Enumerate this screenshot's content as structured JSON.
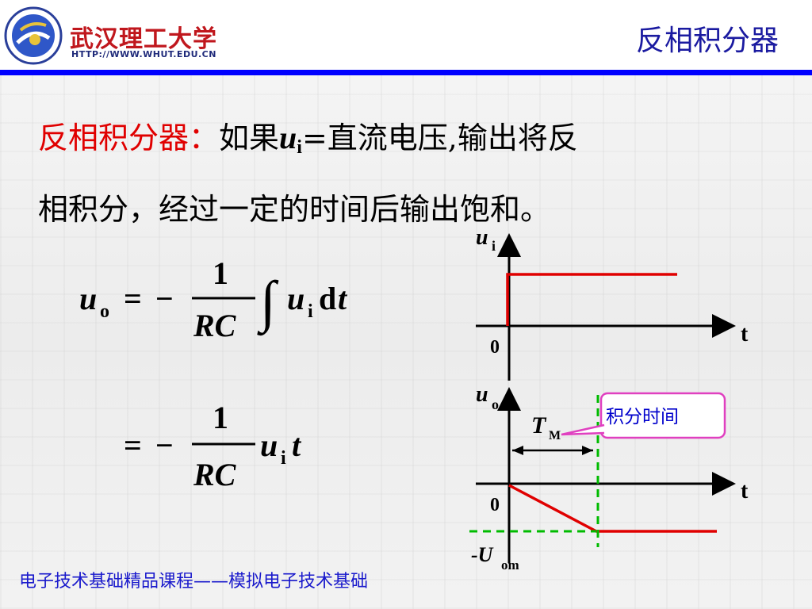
{
  "header": {
    "university_name": "武汉理工大学",
    "url": "HTTP://WWW.WHUT.EDU.CN",
    "page_title": "反相积分器"
  },
  "body": {
    "heading": "反相积分器：",
    "text_part1": "如果",
    "var_u": "u",
    "sub_i": "i",
    "text_part2": "=直流电压,输出将反",
    "line2": "相积分，经过一定的时间后输出饱和。"
  },
  "equations": {
    "eq1": {
      "lhs": "u",
      "lhs_sub": "o",
      "equals": "=",
      "minus": "−",
      "numerator": "1",
      "denominator": "RC",
      "integral": "∫",
      "u": "u",
      "u_sub": "i",
      "d": "d",
      "t": "t"
    },
    "eq2": {
      "equals": "=",
      "minus": "−",
      "numerator": "1",
      "denominator": "RC",
      "u": "u",
      "u_sub": "i",
      "t": "t"
    }
  },
  "graphs": {
    "top": {
      "y_label": "u",
      "y_label_sub": "i",
      "x_label": "t",
      "origin": "0"
    },
    "bottom": {
      "y_label": "u",
      "y_label_sub": "o",
      "x_label": "t",
      "origin": "0",
      "tm": "T",
      "tm_sub": "M",
      "callout": "积分时间",
      "neg_label": "-U",
      "neg_label_sub": "om"
    }
  },
  "colors": {
    "title": "#1a1aa0",
    "rule": "#0000ff",
    "heading": "#e00000",
    "signal": "#e00000",
    "dashed": "#00bb00",
    "callout_border": "#e040c0",
    "callout_text": "#0000cc",
    "footer": "#1a1acc"
  },
  "footer": {
    "text": "电子技术基础精品课程——模拟电子技术基础"
  }
}
